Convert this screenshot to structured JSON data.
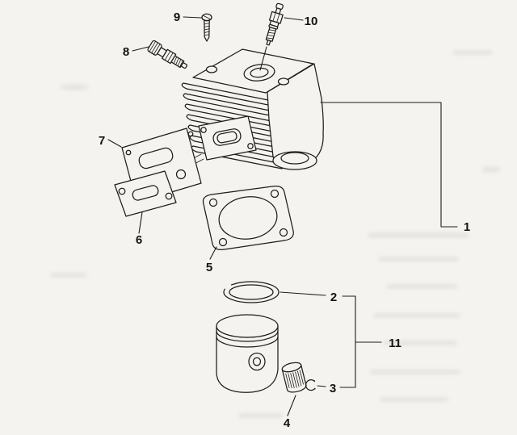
{
  "canvas": {
    "background": "#f4f3f0",
    "ink": "#1d1d1b"
  },
  "figure": {
    "kind": "exploded-parts-diagram",
    "part_labels": [
      {
        "text": "1"
      },
      {
        "text": "2"
      },
      {
        "text": "3"
      },
      {
        "text": "4"
      },
      {
        "text": "5"
      },
      {
        "text": "6"
      },
      {
        "text": "7"
      },
      {
        "text": "8"
      },
      {
        "text": "9"
      },
      {
        "text": "10"
      },
      {
        "text": "11"
      }
    ]
  }
}
